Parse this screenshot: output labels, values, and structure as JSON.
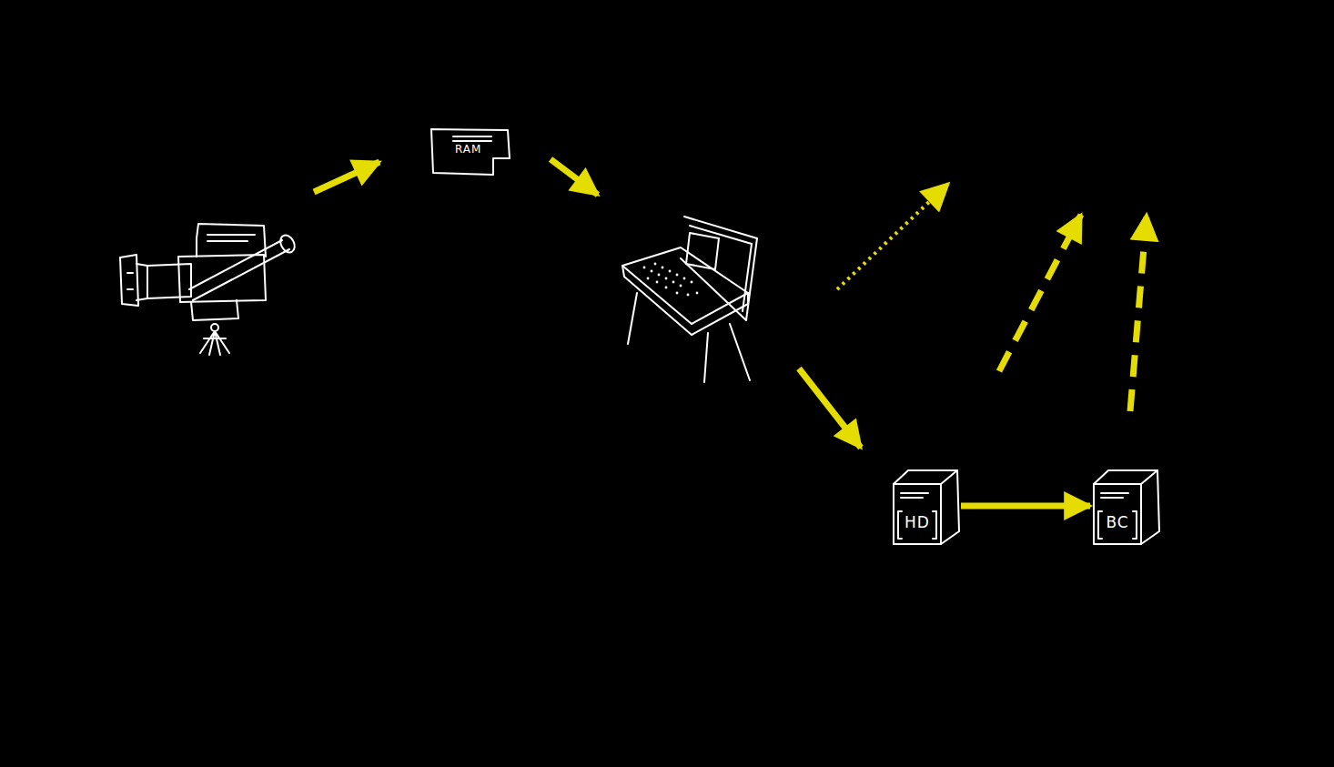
{
  "diagram": {
    "nodes": [
      {
        "text": [
          "RAM"
        ]
      },
      {
        "text": [
          "HD"
        ]
      },
      {
        "text": [
          "BC"
        ]
      }
    ],
    "edges": [
      {
        "from": 1,
        "to": 2,
        "arrow": "to"
      }
    ]
  }
}
